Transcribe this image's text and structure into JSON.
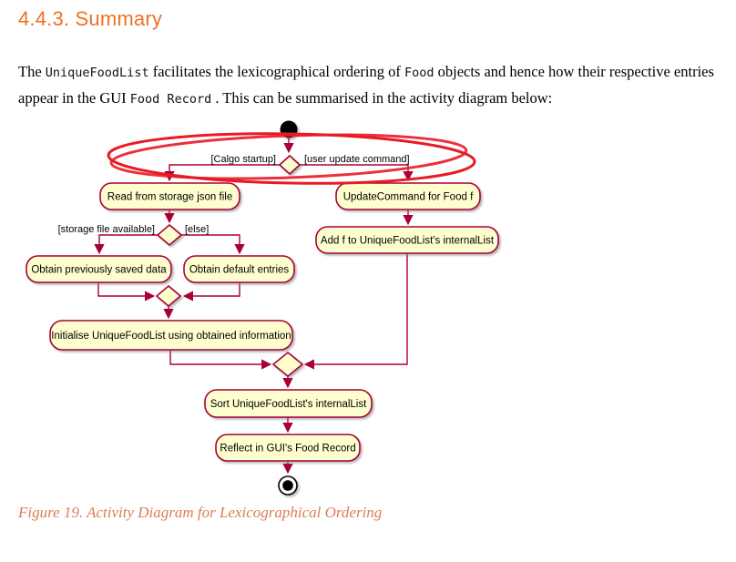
{
  "page": {
    "heading": "4.4.3. Summary",
    "paragraph": {
      "text_1": "The ",
      "code_1": "UniqueFoodList",
      "text_2": " facilitates the lexicographical ordering of ",
      "code_2": "Food",
      "text_3": " objects and hence how their respective entries appear in the GUI ",
      "code_3": "Food Record",
      "text_4": " . This can be summarised in the activity diagram below:"
    },
    "figure_caption": "Figure 19. Activity Diagram for Lexicographical Ordering"
  },
  "diagram": {
    "type": "activity",
    "colors": {
      "node_fill": "#fefece",
      "node_border": "#a80036",
      "edge": "#a80036",
      "annotation_red": "#e81a23",
      "terminal": "#000000"
    },
    "guards": {
      "calgo_startup": "[Calgo startup]",
      "user_update_command": "[user update command]",
      "storage_file_available": "[storage file available]",
      "else_branch": "[else]"
    },
    "nodes": {
      "read_storage": "Read from storage json file",
      "update_command": "UpdateCommand for Food f",
      "obtain_saved": "Obtain previously saved data",
      "obtain_default": "Obtain default entries",
      "add_internal": "Add f to UniqueFoodList's internalList",
      "initialise": "Initialise UniqueFoodList using obtained information",
      "sort_internal": "Sort UniqueFoodList's internalList",
      "reflect_gui": "Reflect in GUI's Food Record"
    },
    "annotation": "hand-drawn red ellipse around the startup / user-update branch guards"
  }
}
